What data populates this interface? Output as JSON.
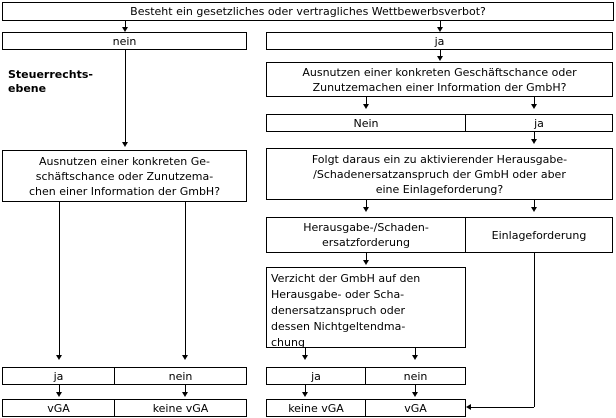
{
  "diagram": {
    "title_box": {
      "text": "Besteht ein gesetzliches oder vertragliches Wettbewerbsverbot?"
    },
    "level_label": {
      "text": "Steuerrechts-\nebene"
    },
    "left_branch": {
      "answer": "nein",
      "question": "Ausnutzen einer konkreten Ge-\nschäftschance oder Zunutzema-\nchen einer Information der GmbH?",
      "answers": {
        "yes": "ja",
        "no": "nein"
      },
      "results": {
        "yes": "vGA",
        "no": "keine vGA"
      }
    },
    "right_branch": {
      "answer": "ja",
      "question_1": "Ausnutzen einer konkreten Geschäftschance oder\nZunutzemachen einer Information der GmbH?",
      "answers_1": {
        "no": "Nein",
        "yes": "ja"
      },
      "question_2": "Folgt daraus ein zu aktivierender Herausgabe-\n/Schadenersatzanspruch der GmbH oder aber\neine Einlageforderung?",
      "answers_2": {
        "claim": "Herausgabe-/Schaden-\nersatzforderung",
        "contribution": "Einlageforderung"
      },
      "question_3": "Verzicht der GmbH auf den\nHerausgabe- oder Scha-\ndenersatzanspruch oder\ndessen Nichtgeltendma-\nchung",
      "answers_3": {
        "yes": "ja",
        "no": "nein"
      },
      "results": {
        "yes": "keine vGA",
        "no": "vGA"
      }
    }
  },
  "colors": {
    "stroke": "#000000",
    "background": "#ffffff"
  }
}
